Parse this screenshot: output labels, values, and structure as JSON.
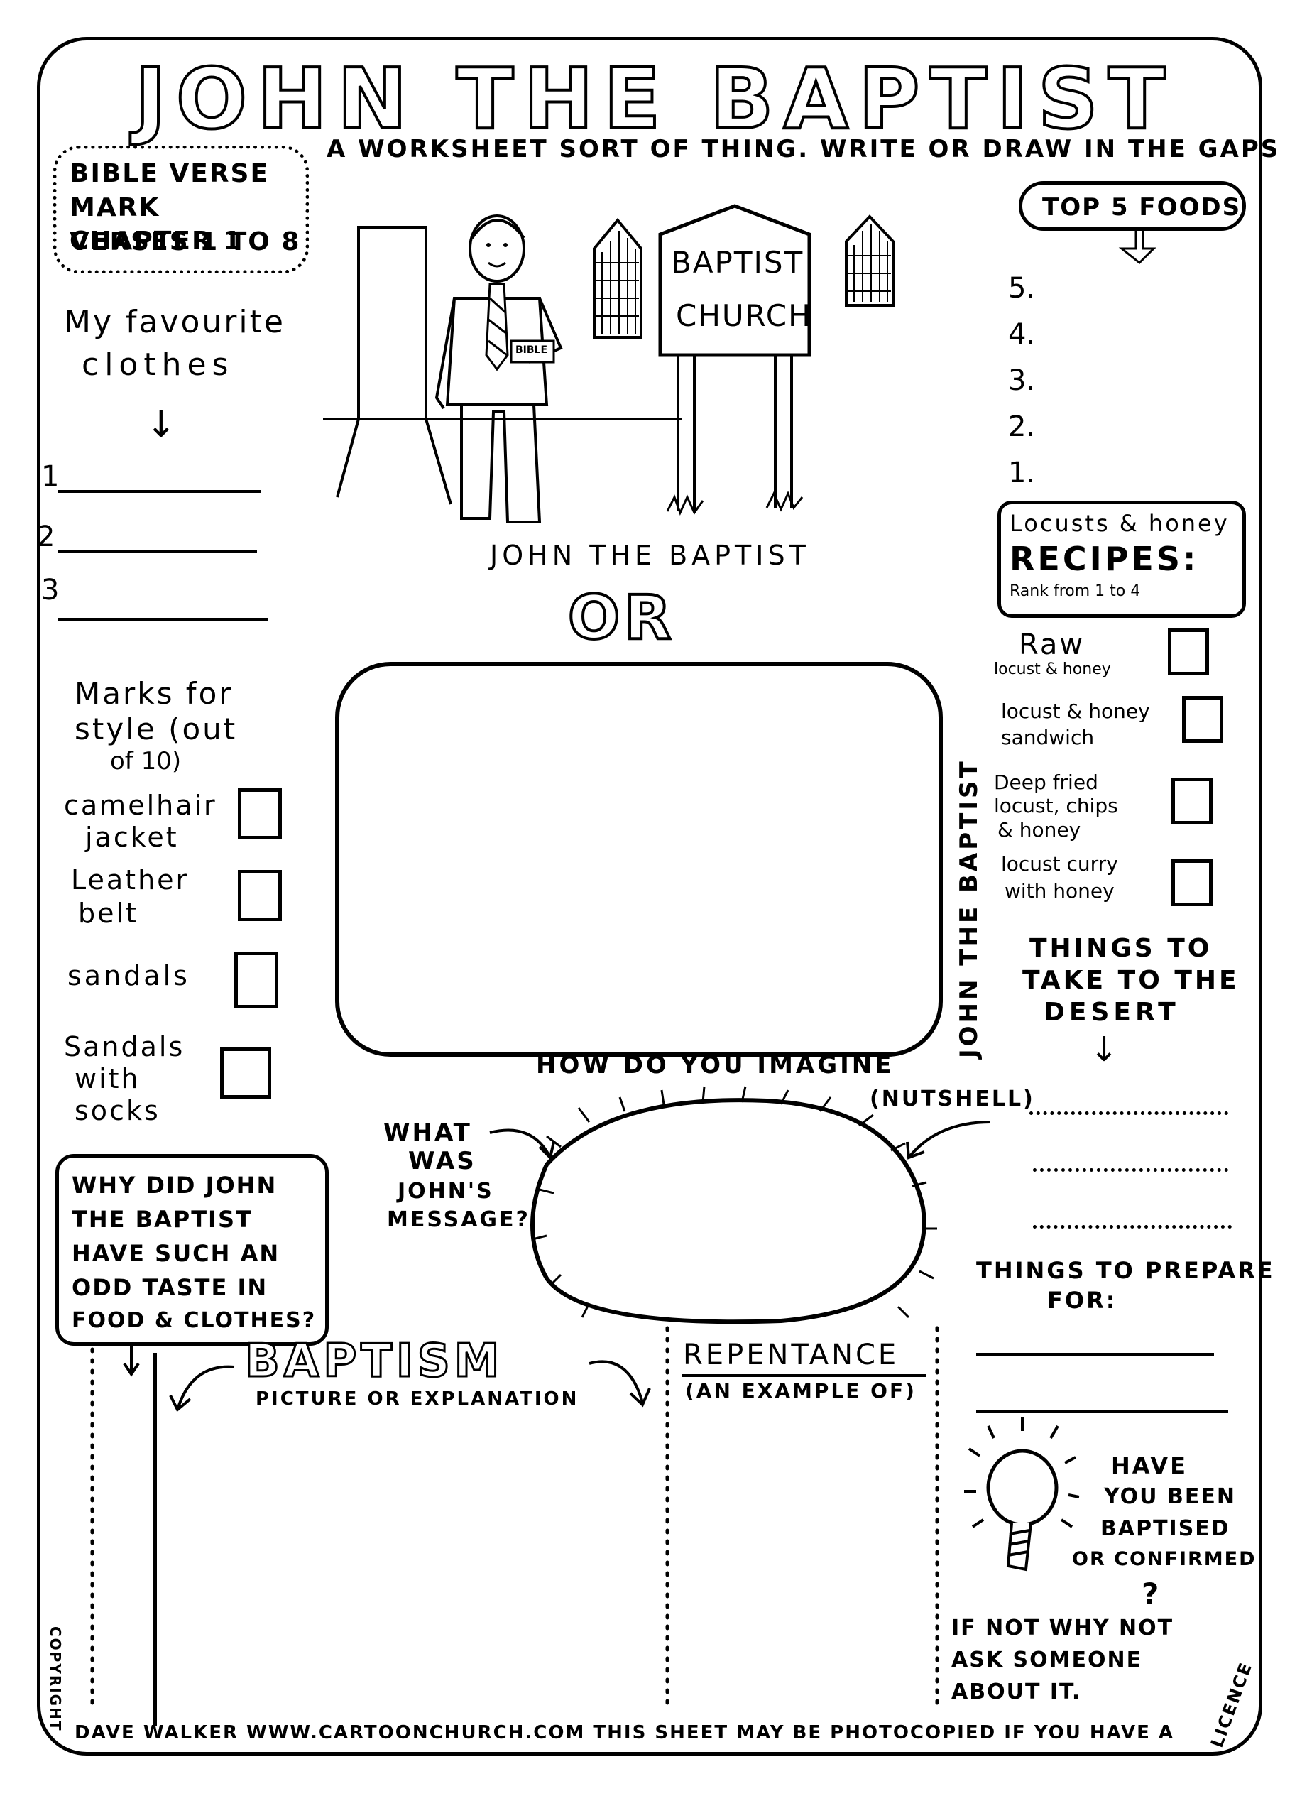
{
  "header": {
    "title": "JOHN THE BAPTIST",
    "subtitle": "A WORKSHEET SORT OF THING. WRITE OR DRAW IN THE GAPS"
  },
  "bible_verse": {
    "line1": "BIBLE VERSE",
    "line2": "MARK CHAPTER 1",
    "line3": "VERSES 1 TO 8"
  },
  "clothes": {
    "heading1": "My favourite",
    "heading2": "clothes",
    "arrow": "↓",
    "numbers": [
      "1",
      "2",
      "3"
    ]
  },
  "scene": {
    "sign_line1": "BAPTIST",
    "sign_line2": "CHURCH",
    "book": "BIBLE",
    "caption": "JOHN THE BAPTIST",
    "or": "OR"
  },
  "top_foods": {
    "heading": "TOP 5 FOODS",
    "numbers": [
      "5.",
      "4.",
      "3.",
      "2.",
      "1."
    ]
  },
  "recipes": {
    "line1": "Locusts & honey",
    "line2": "RECIPES:",
    "line3": "Rank from 1 to 4",
    "items": [
      {
        "line1": "Raw",
        "line2": "locust & honey"
      },
      {
        "line1": "locust & honey",
        "line2": "sandwich"
      },
      {
        "line1": "Deep fried",
        "line2": "locust, chips",
        "line3": "& honey"
      },
      {
        "line1": "locust curry",
        "line2": "with honey"
      }
    ]
  },
  "style_marks": {
    "heading1": "Marks for",
    "heading2": "style (out",
    "heading3": "of 10)",
    "items": [
      {
        "line1": "camelhair",
        "line2": "jacket"
      },
      {
        "line1": "Leather",
        "line2": "belt"
      },
      {
        "line1": "sandals",
        "line2": ""
      },
      {
        "line1": "Sandals",
        "line2": "with",
        "line3": "socks"
      }
    ]
  },
  "imagine": {
    "bottom": "HOW DO YOU IMAGINE",
    "side": "JOHN THE BAPTIST"
  },
  "desert": {
    "line1": "THINGS TO",
    "line2": "TAKE TO THE",
    "line3": "DESERT",
    "arrow": "↓"
  },
  "message": {
    "label1": "WHAT",
    "label2": "WAS",
    "label3": "JOHN'S",
    "label4": "MESSAGE?",
    "nutshell": "(NUTSHELL)"
  },
  "why": {
    "line1": "WHY DID JOHN",
    "line2": "THE BAPTIST",
    "line3": "HAVE SUCH AN",
    "line4": "ODD TASTE IN",
    "line5": "FOOD & CLOTHES?"
  },
  "prepare": {
    "line1": "THINGS TO PREPARE",
    "line2": "FOR:"
  },
  "baptism": {
    "title": "BAPTISM",
    "sub": "PICTURE OR EXPLANATION"
  },
  "repentance": {
    "title": "REPENTANCE",
    "sub": "(AN EXAMPLE OF)"
  },
  "baptised_q": {
    "line1": "HAVE",
    "line2": "YOU BEEN",
    "line3": "BAPTISED",
    "line4": "OR CONFIRMED",
    "q": "?",
    "line5": "IF NOT WHY NOT",
    "line6": "ASK SOMEONE",
    "line7": "ABOUT IT."
  },
  "footer": {
    "copyright": "COPYRIGHT",
    "text": "DAVE WALKER WWW.CARTOONCHURCH.COM THIS SHEET MAY BE PHOTOCOPIED IF YOU HAVE A",
    "licence": "LICENCE"
  }
}
